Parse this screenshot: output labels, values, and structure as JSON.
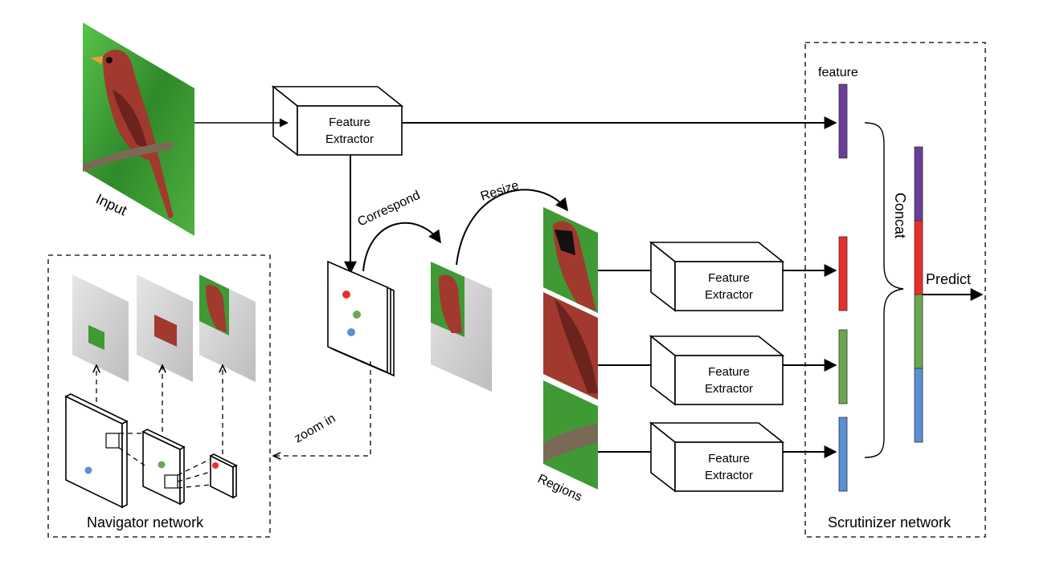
{
  "labels": {
    "input": "Input",
    "feature": "feature",
    "correspond": "Correspond",
    "resize": "Resize",
    "zoom_in": "zoom in",
    "regions": "Regions",
    "concat": "Concat",
    "predict": "Predict",
    "navigator_network": "Navigator network",
    "scrutinizer_network": "Scrutinizer network"
  },
  "feature_extractors": [
    {
      "line1": "Feature",
      "line2": "Extractor"
    },
    {
      "line1": "Feature",
      "line2": "Extractor"
    },
    {
      "line1": "Feature",
      "line2": "Extractor"
    },
    {
      "line1": "Feature",
      "line2": "Extractor"
    }
  ],
  "colors": {
    "purple": "#6a3d9a",
    "red": "#e8302a",
    "green": "#6aa84f",
    "blue": "#5b8fd6",
    "foliage": "#3f9a35",
    "bird": "#a2392f",
    "branch": "#7a6a55"
  }
}
